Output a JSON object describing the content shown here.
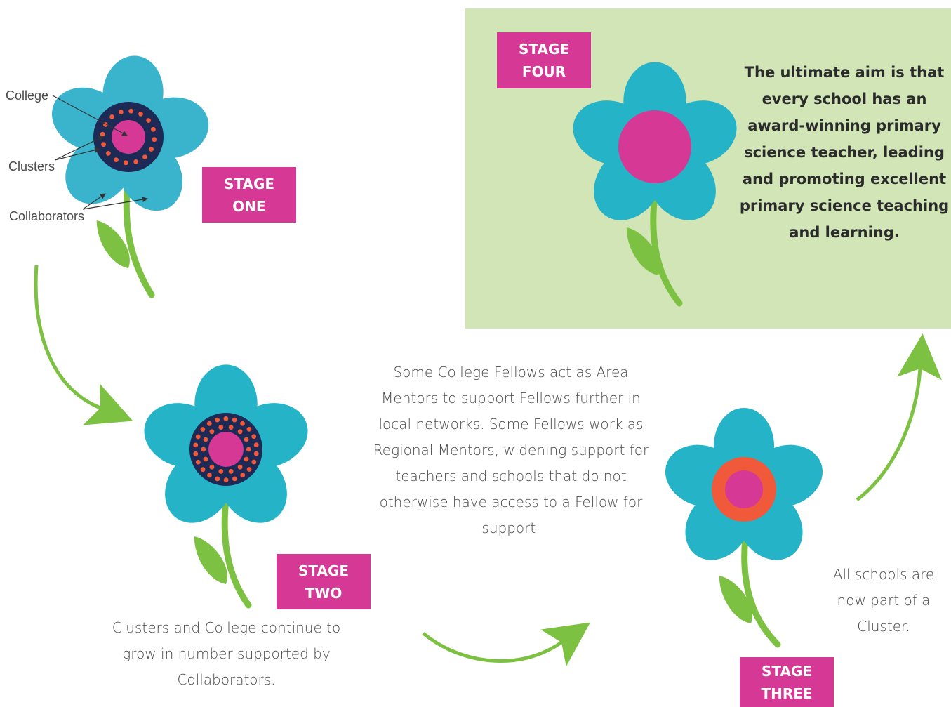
{
  "colors": {
    "petal_stage_one": "#3ab3cc",
    "petal": "#25b3c8",
    "centre_navy": "#1d2a55",
    "centre_pink": "#d63896",
    "dots_orange": "#f05a3a",
    "ring_orange": "#f05a3a",
    "stem_green": "#7dc142",
    "panel_green": "#d1e5b6",
    "badge_pink": "#d63896"
  },
  "labels": {
    "college": "College",
    "clusters": "Clusters",
    "collaborators": "Collaborators"
  },
  "stages": {
    "one": [
      "STAGE",
      "ONE"
    ],
    "two": [
      "STAGE",
      "TWO"
    ],
    "three": [
      "STAGE",
      "THREE"
    ],
    "four": [
      "STAGE",
      "FOUR"
    ]
  },
  "captions": {
    "stage_two": "Clusters and College continue to grow in number supported by Collaborators.",
    "middle": "Some College Fellows act as Area Mentors to support Fellows further in local networks. Some Fellows work as Regional Mentors, widening support for teachers and schools that do not otherwise have access to a Fellow for support.",
    "stage_three": "All schools are now part of a Cluster.",
    "stage_four": "The ultimate aim is that every school has an award-winning primary science teacher, leading and promoting excellent primary science teaching and learning."
  },
  "icons": {
    "flow_arrows": "curved-arrow-icon",
    "flowers": "flower-icon"
  }
}
